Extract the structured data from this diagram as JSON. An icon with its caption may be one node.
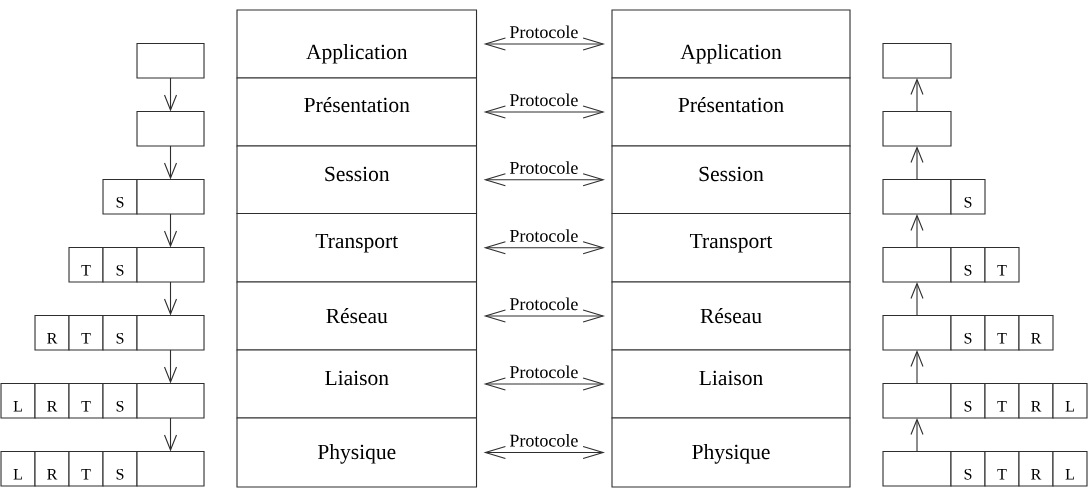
{
  "diagram": {
    "nodes": [
      {
        "text": [],
        "shape": "box"
      },
      {
        "text": [],
        "shape": "box"
      },
      {
        "text": [
          "S"
        ]
      },
      {
        "text": [],
        "shape": "box"
      },
      {
        "text": [
          "T"
        ]
      },
      {
        "text": [
          "S"
        ]
      },
      {
        "text": [],
        "shape": "box"
      },
      {
        "text": [
          "R"
        ]
      },
      {
        "text": [
          "T"
        ]
      },
      {
        "text": [
          "S"
        ]
      },
      {
        "text": [],
        "shape": "box"
      },
      {
        "text": [
          "L"
        ]
      },
      {
        "text": [
          "R"
        ]
      },
      {
        "text": [
          "T"
        ]
      },
      {
        "text": [
          "S"
        ]
      },
      {
        "text": [],
        "shape": "box"
      },
      {
        "text": [
          "L"
        ]
      },
      {
        "text": [
          "R"
        ]
      },
      {
        "text": [
          "T"
        ]
      },
      {
        "text": [
          "S"
        ]
      },
      {
        "text": [],
        "shape": "box"
      },
      {
        "text": [
          "Application"
        ]
      },
      {
        "text": [
          "Présentation"
        ]
      },
      {
        "text": [
          "Session"
        ]
      },
      {
        "text": [
          "Transport"
        ]
      },
      {
        "text": [
          "Réseau"
        ]
      },
      {
        "text": [
          "Liaison"
        ]
      },
      {
        "text": [
          "Physique"
        ]
      },
      {
        "text": [
          "Application"
        ]
      },
      {
        "text": [
          "Présentation"
        ]
      },
      {
        "text": [
          "Session"
        ]
      },
      {
        "text": [
          "Transport"
        ]
      },
      {
        "text": [
          "Réseau"
        ]
      },
      {
        "text": [
          "Liaison"
        ]
      },
      {
        "text": [
          "Physique"
        ]
      },
      {
        "text": [],
        "shape": "box"
      },
      {
        "text": [],
        "shape": "box"
      },
      {
        "text": [],
        "shape": "box"
      },
      {
        "text": [
          "S"
        ]
      },
      {
        "text": [],
        "shape": "box"
      },
      {
        "text": [
          "S"
        ]
      },
      {
        "text": [
          "T"
        ]
      },
      {
        "text": [],
        "shape": "box"
      },
      {
        "text": [
          "S"
        ]
      },
      {
        "text": [
          "T"
        ]
      },
      {
        "text": [
          "R"
        ]
      },
      {
        "text": [],
        "shape": "box"
      },
      {
        "text": [
          "S"
        ]
      },
      {
        "text": [
          "T"
        ]
      },
      {
        "text": [
          "R"
        ]
      },
      {
        "text": [
          "L"
        ]
      },
      {
        "text": [],
        "shape": "box"
      },
      {
        "text": [
          "S"
        ]
      },
      {
        "text": [
          "T"
        ]
      },
      {
        "text": [
          "R"
        ]
      },
      {
        "text": [
          "L"
        ]
      }
    ],
    "edges": [
      {
        "from": 0,
        "to": 1,
        "arrow": "to"
      },
      {
        "from": 1,
        "to": 3,
        "arrow": "to"
      },
      {
        "from": 3,
        "to": 6,
        "arrow": "to"
      },
      {
        "from": 6,
        "to": 10,
        "arrow": "to"
      },
      {
        "from": 10,
        "to": 15,
        "arrow": "to"
      },
      {
        "from": 15,
        "to": 20,
        "arrow": "to"
      },
      {
        "from": 21,
        "to": 28,
        "arrow": "both",
        "label": "Protocole"
      },
      {
        "from": 22,
        "to": 29,
        "arrow": "both",
        "label": "Protocole"
      },
      {
        "from": 23,
        "to": 30,
        "arrow": "both",
        "label": "Protocole"
      },
      {
        "from": 24,
        "to": 31,
        "arrow": "both",
        "label": "Protocole"
      },
      {
        "from": 25,
        "to": 32,
        "arrow": "both",
        "label": "Protocole"
      },
      {
        "from": 26,
        "to": 33,
        "arrow": "both",
        "label": "Protocole"
      },
      {
        "from": 27,
        "to": 34,
        "arrow": "both",
        "label": "Protocole"
      },
      {
        "from": 36,
        "to": 35,
        "arrow": "to"
      },
      {
        "from": 37,
        "to": 36,
        "arrow": "to"
      },
      {
        "from": 39,
        "to": 37,
        "arrow": "to"
      },
      {
        "from": 42,
        "to": 39,
        "arrow": "to"
      },
      {
        "from": 46,
        "to": 42,
        "arrow": "to"
      },
      {
        "from": 51,
        "to": 46,
        "arrow": "to"
      }
    ]
  }
}
